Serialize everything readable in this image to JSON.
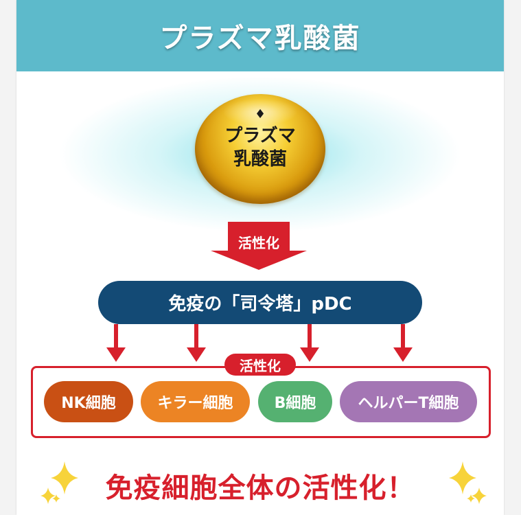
{
  "header": {
    "title": "プラズマ乳酸菌"
  },
  "capsule": {
    "icon": "diamond-icon",
    "symbol": "♦",
    "line1": "プラズマ",
    "line2": "乳酸菌"
  },
  "activation_arrow": {
    "label": "活性化"
  },
  "pdc": {
    "label": "免疫の「司令塔」pDC"
  },
  "cells": {
    "badge": "活性化",
    "items": [
      {
        "label": "NK細胞",
        "color": "#c95014"
      },
      {
        "label": "キラー細胞",
        "color": "#ec8424"
      },
      {
        "label": "B細胞",
        "color": "#55b171"
      },
      {
        "label": "ヘルパーT細胞",
        "color": "#a476b4"
      }
    ]
  },
  "conclusion": {
    "text": "免疫細胞全体の活性化！"
  },
  "colors": {
    "header": "#5dbacb",
    "accent_red": "#d7202c",
    "pdc_navy": "#134a75"
  }
}
